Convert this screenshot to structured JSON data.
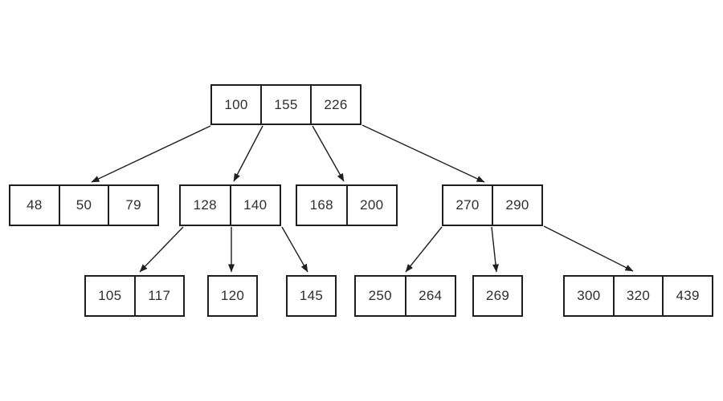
{
  "diagram": {
    "kind": "b-tree",
    "nodes": [
      {
        "id": "root",
        "level": 1,
        "keys": [
          "100",
          "155",
          "226"
        ]
      },
      {
        "id": "n-48",
        "level": 2,
        "keys": [
          "48",
          "50",
          "79"
        ]
      },
      {
        "id": "n-128",
        "level": 2,
        "keys": [
          "128",
          "140"
        ]
      },
      {
        "id": "n-168",
        "level": 2,
        "keys": [
          "168",
          "200"
        ]
      },
      {
        "id": "n-270",
        "level": 2,
        "keys": [
          "270",
          "290"
        ]
      },
      {
        "id": "n-105",
        "level": 3,
        "keys": [
          "105",
          "117"
        ]
      },
      {
        "id": "n-120",
        "level": 3,
        "keys": [
          "120"
        ]
      },
      {
        "id": "n-145",
        "level": 3,
        "keys": [
          "145"
        ]
      },
      {
        "id": "n-250",
        "level": 3,
        "keys": [
          "250",
          "264"
        ]
      },
      {
        "id": "n-269",
        "level": 3,
        "keys": [
          "269"
        ]
      },
      {
        "id": "n-300",
        "level": 3,
        "keys": [
          "300",
          "320",
          "439"
        ]
      }
    ],
    "edges": [
      {
        "from": "root",
        "to": "n-48"
      },
      {
        "from": "root",
        "to": "n-128"
      },
      {
        "from": "root",
        "to": "n-168"
      },
      {
        "from": "root",
        "to": "n-270"
      },
      {
        "from": "n-128",
        "to": "n-105"
      },
      {
        "from": "n-128",
        "to": "n-120"
      },
      {
        "from": "n-128",
        "to": "n-145"
      },
      {
        "from": "n-270",
        "to": "n-250"
      },
      {
        "from": "n-270",
        "to": "n-269"
      },
      {
        "from": "n-270",
        "to": "n-300"
      }
    ],
    "colors": {
      "line": "#1f1f1f",
      "node_border": "#1f1f1f",
      "node_fill": "#ffffff",
      "text": "#2e2e2e",
      "background": "#ffffff"
    }
  }
}
